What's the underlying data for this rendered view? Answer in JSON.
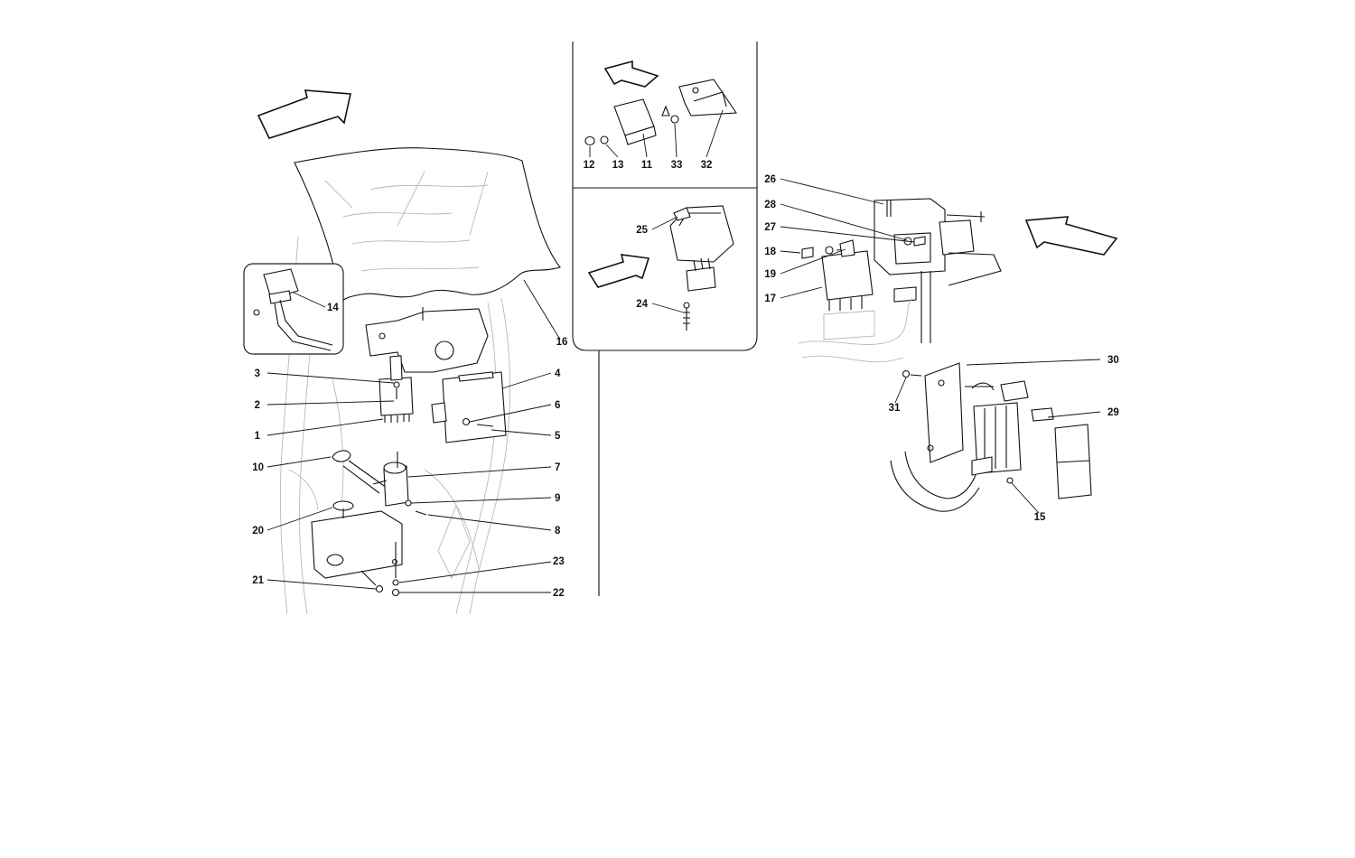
{
  "figure": {
    "type": "exploded parts diagram",
    "callouts": [
      "1",
      "2",
      "3",
      "4",
      "5",
      "6",
      "7",
      "8",
      "9",
      "10",
      "11",
      "12",
      "13",
      "14",
      "15",
      "16",
      "17",
      "18",
      "19",
      "20",
      "21",
      "22",
      "23",
      "24",
      "25",
      "26",
      "27",
      "28",
      "29",
      "30",
      "31",
      "32",
      "33"
    ]
  },
  "icons": {
    "direction_arrow": "front-direction-arrow-icon"
  }
}
